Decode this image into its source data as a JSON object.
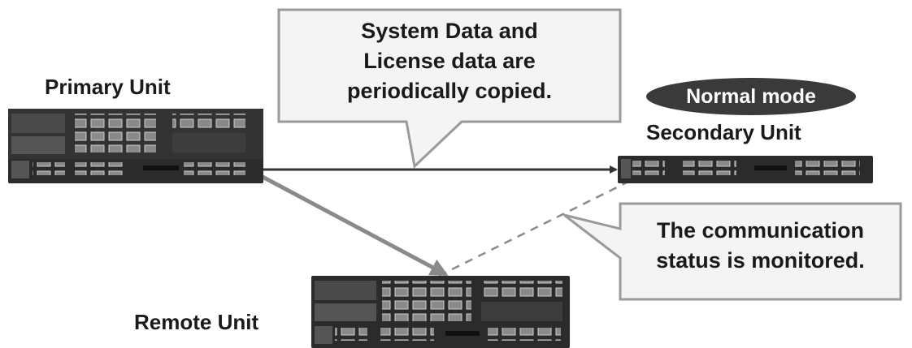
{
  "units": {
    "primary": "Primary Unit",
    "secondary": "Secondary Unit",
    "remote": "Remote Unit"
  },
  "callouts": {
    "copy_lines": [
      "System Data and",
      "License data are",
      "periodically copied."
    ],
    "monitor_lines": [
      "The communication",
      "status is monitored."
    ]
  },
  "mode_badge": "Normal mode",
  "colors": {
    "arrow_solid": "#333333",
    "arrow_double": "#8a8a8a",
    "dashed_link": "#8a8a8a",
    "callout_border": "#9a9a9a",
    "callout_fill": "#f4f4f4",
    "badge_fill": "#3a3a3a",
    "chassis": "#2b2b2b"
  }
}
